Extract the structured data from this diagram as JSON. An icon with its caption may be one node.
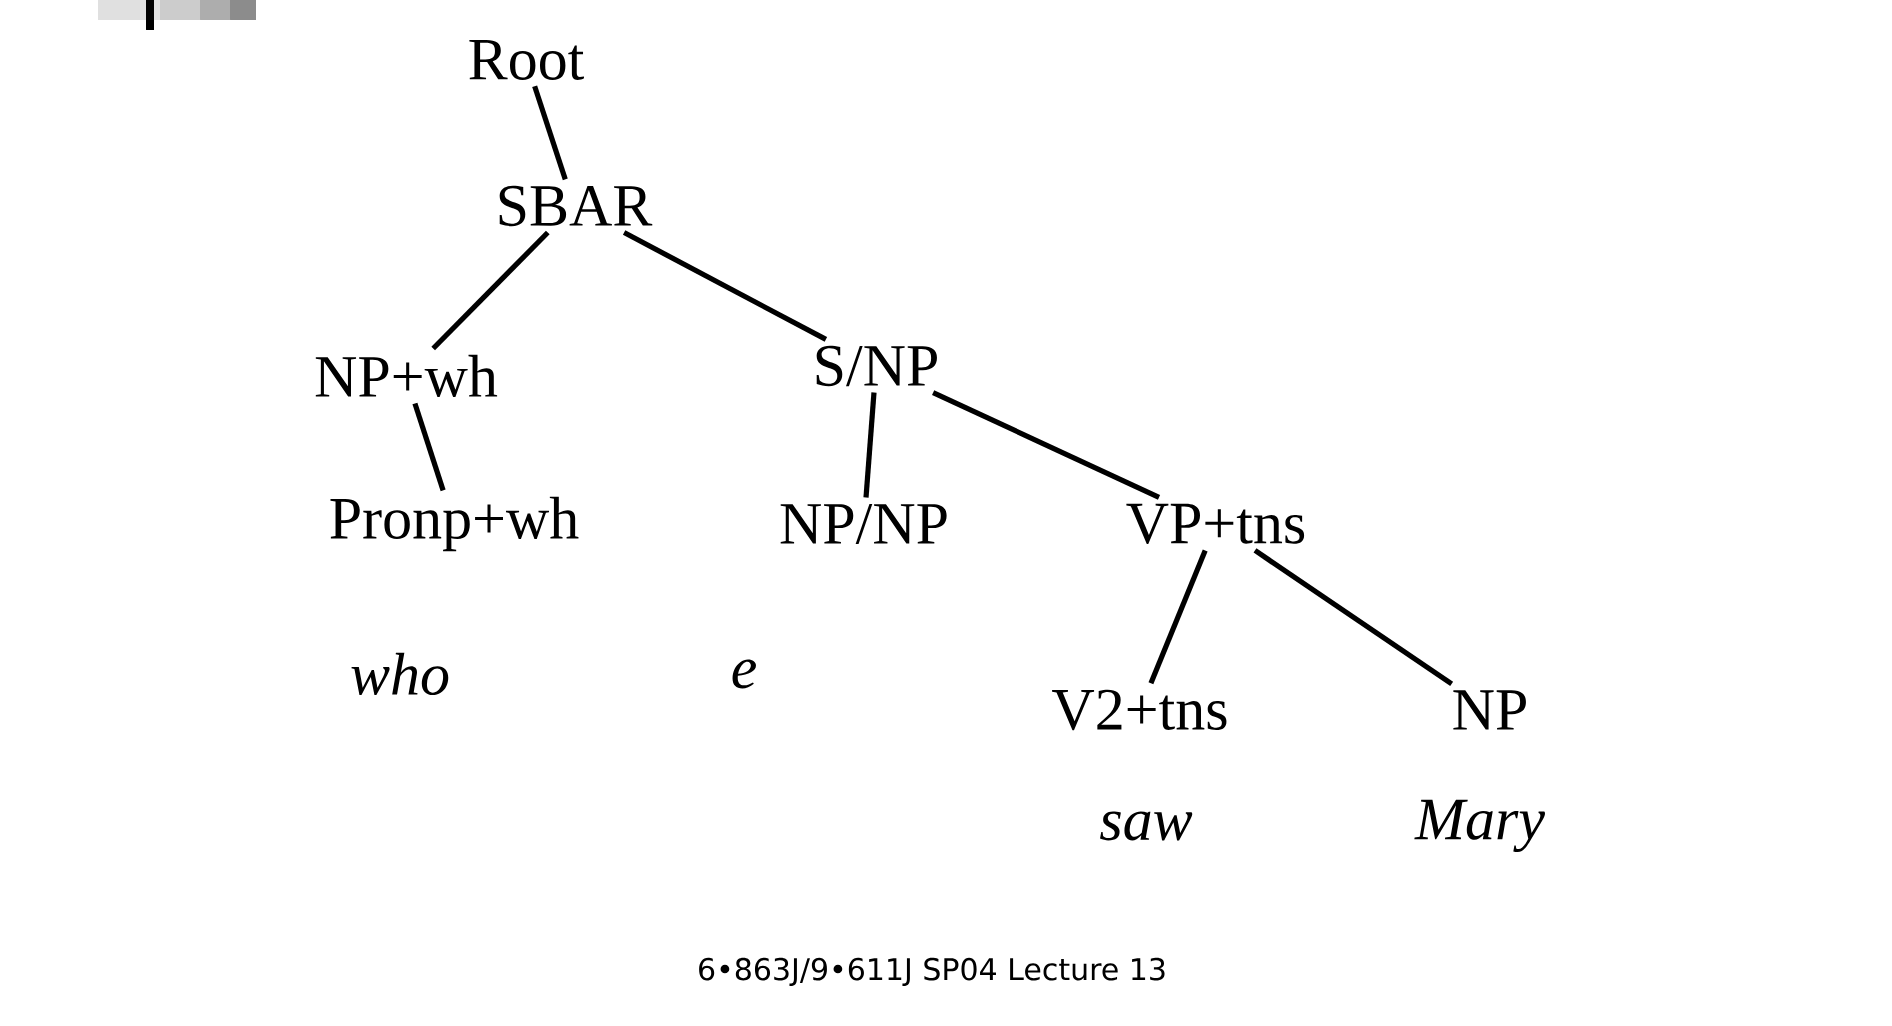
{
  "diagram": {
    "caption": "6•863J/9•611J SP04 Lecture 13",
    "nodes": [
      {
        "text": [
          "Root"
        ]
      },
      {
        "text": [
          "SBAR"
        ]
      },
      {
        "text": [
          "NP+wh"
        ]
      },
      {
        "text": [
          "S/NP"
        ]
      },
      {
        "text": [
          "Pronp+wh"
        ]
      },
      {
        "text": [
          "NP/NP"
        ]
      },
      {
        "text": [
          "VP+tns"
        ]
      },
      {
        "text": [
          "V2+tns"
        ]
      },
      {
        "text": [
          "NP"
        ]
      }
    ],
    "edges": [
      {
        "from": 0,
        "to": 1,
        "arrow": "none"
      },
      {
        "from": 1,
        "to": 2,
        "arrow": "none"
      },
      {
        "from": 1,
        "to": 3,
        "arrow": "none"
      },
      {
        "from": 2,
        "to": 4,
        "arrow": "none"
      },
      {
        "from": 3,
        "to": 5,
        "arrow": "none"
      },
      {
        "from": 3,
        "to": 6,
        "arrow": "none"
      },
      {
        "from": 6,
        "to": 7,
        "arrow": "none"
      },
      {
        "from": 6,
        "to": 8,
        "arrow": "none"
      }
    ],
    "labels": [
      "*who*",
      "*e*",
      "*saw*",
      "*Mary*"
    ]
  }
}
